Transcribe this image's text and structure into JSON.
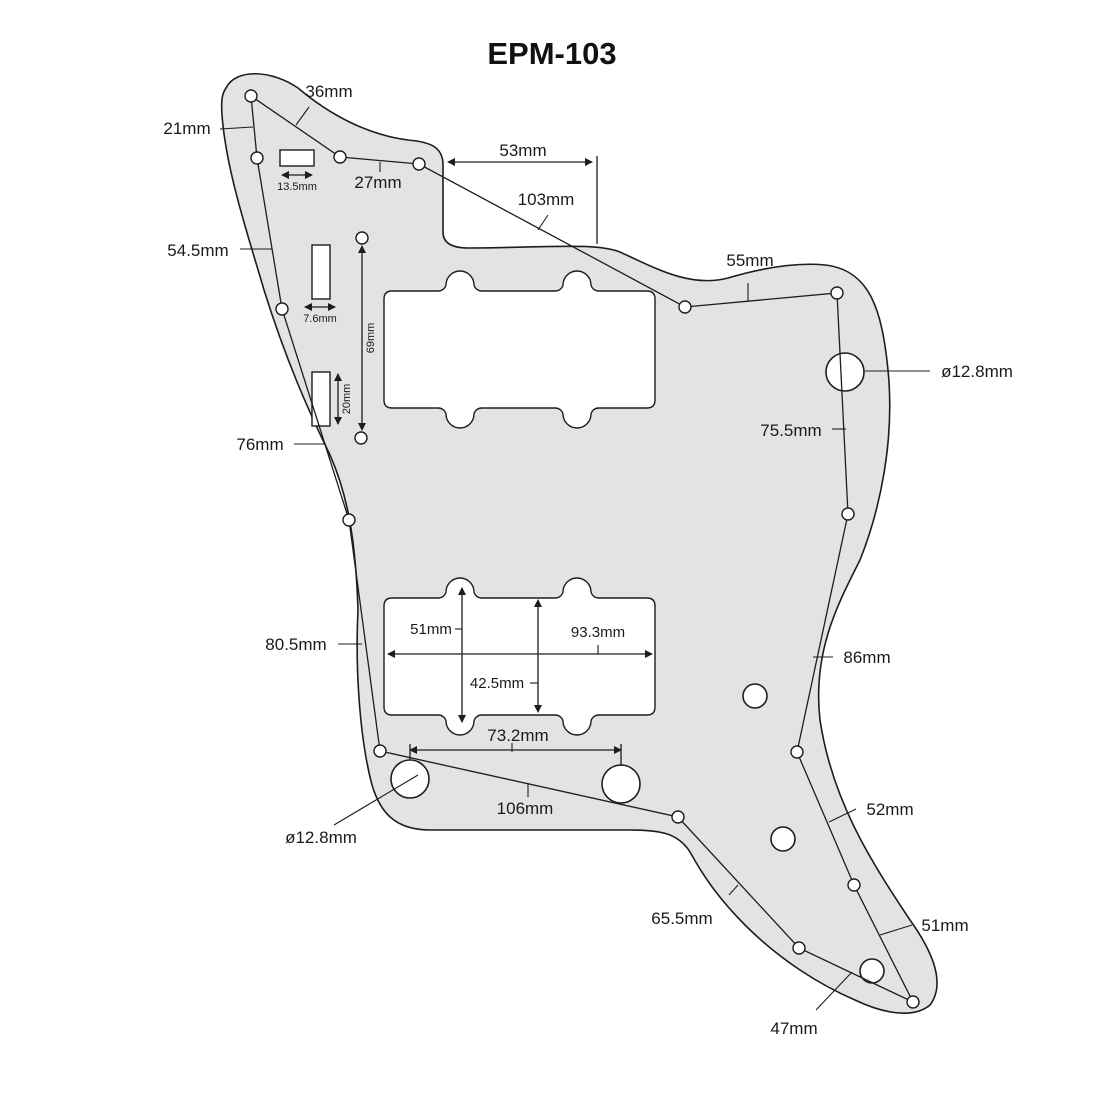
{
  "title": "EPM-103",
  "colors": {
    "plate_fill": "#e3e3e1",
    "outline": "#1d1d1d",
    "background": "#ffffff"
  },
  "labels": {
    "d36": "36mm",
    "d21": "21mm",
    "d27": "27mm",
    "d13_5": "13.5mm",
    "d53": "53mm",
    "d103": "103mm",
    "d54_5": "54.5mm",
    "d7_6": "7.6mm",
    "d69": "69mm",
    "d20": "20mm",
    "d55": "55mm",
    "d12_8_top": "ø12.8mm",
    "d75_5": "75.5mm",
    "d76": "76mm",
    "d80_5": "80.5mm",
    "d51_inner": "51mm",
    "d93_3": "93.3mm",
    "d42_5": "42.5mm",
    "d86": "86mm",
    "d73_2": "73.2mm",
    "d106": "106mm",
    "d12_8_bottom": "ø12.8mm",
    "d52": "52mm",
    "d65_5": "65.5mm",
    "d51_outer": "51mm",
    "d47": "47mm"
  }
}
